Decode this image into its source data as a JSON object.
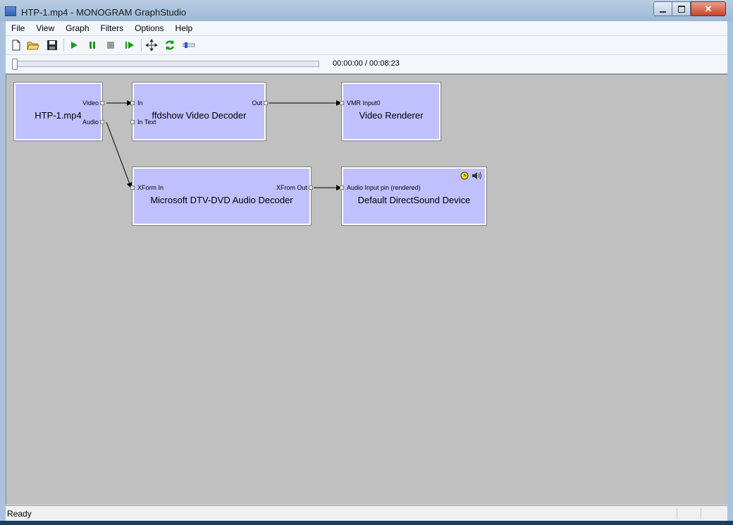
{
  "window": {
    "title": "HTP-1.mp4 - MONOGRAM GraphStudio"
  },
  "menu": [
    "File",
    "View",
    "Graph",
    "Filters",
    "Options",
    "Help"
  ],
  "toolbar": {
    "buttons": [
      "new-file-icon",
      "open-folder-icon",
      "save-icon",
      "play-icon",
      "pause-icon",
      "stop-icon",
      "step-icon",
      "arrange-icon",
      "refresh-icon",
      "seek-icon"
    ]
  },
  "seek": {
    "time": "00:00:00 / 00:08:23",
    "position_fraction": 0
  },
  "graph": {
    "filters": {
      "source": {
        "name": "HTP-1.mp4",
        "out_video": "Video",
        "out_audio": "Audio"
      },
      "video_decoder": {
        "name": "ffdshow Video Decoder",
        "in": "In",
        "in_text": "In Text",
        "out": "Out"
      },
      "video_renderer": {
        "name": "Video Renderer",
        "in": "VMR Input0"
      },
      "audio_decoder": {
        "name": "Microsoft DTV-DVD Audio Decoder",
        "in": "XForm In",
        "out": "XFrom Out"
      },
      "audio_renderer": {
        "name": "Default DirectSound Device",
        "in": "Audio Input pin (rendered)"
      }
    }
  },
  "status": {
    "text": "Ready"
  },
  "colors": {
    "filter_fill": "#c0c0ff",
    "canvas": "#c0c0c0",
    "play_green": "#1a9a1a"
  }
}
